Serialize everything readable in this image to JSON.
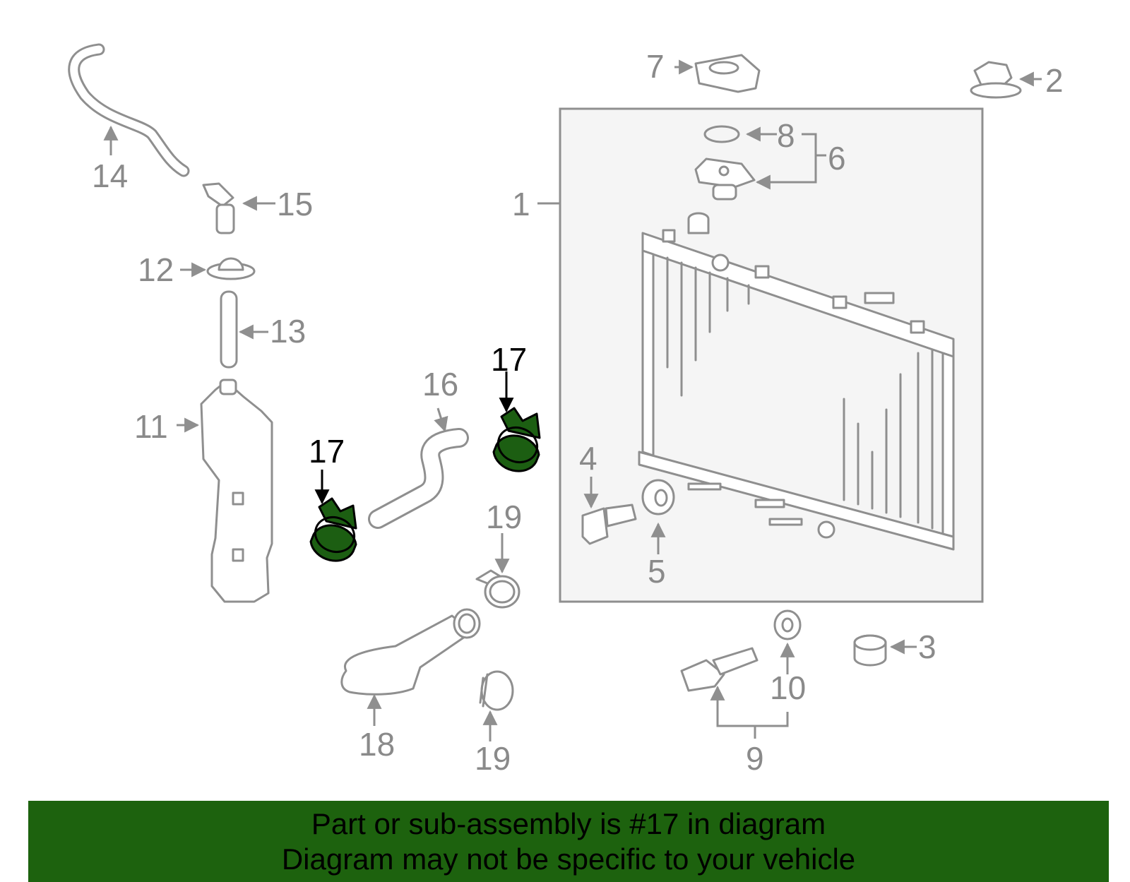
{
  "labels": {
    "l1": "1",
    "l2": "2",
    "l3": "3",
    "l4": "4",
    "l5": "5",
    "l6": "6",
    "l7": "7",
    "l8": "8",
    "l9": "9",
    "l10": "10",
    "l11": "11",
    "l12": "12",
    "l13": "13",
    "l14": "14",
    "l15": "15",
    "l16": "16",
    "l17a": "17",
    "l17b": "17",
    "l18": "18",
    "l19a": "19",
    "l19b": "19"
  },
  "highlight": {
    "part_number": "17",
    "color": "#1c5e12"
  },
  "banner": {
    "line1": "Part or sub-assembly is #17 in diagram",
    "line2": "Diagram may not be specific to your vehicle",
    "color": "#1d620e"
  }
}
